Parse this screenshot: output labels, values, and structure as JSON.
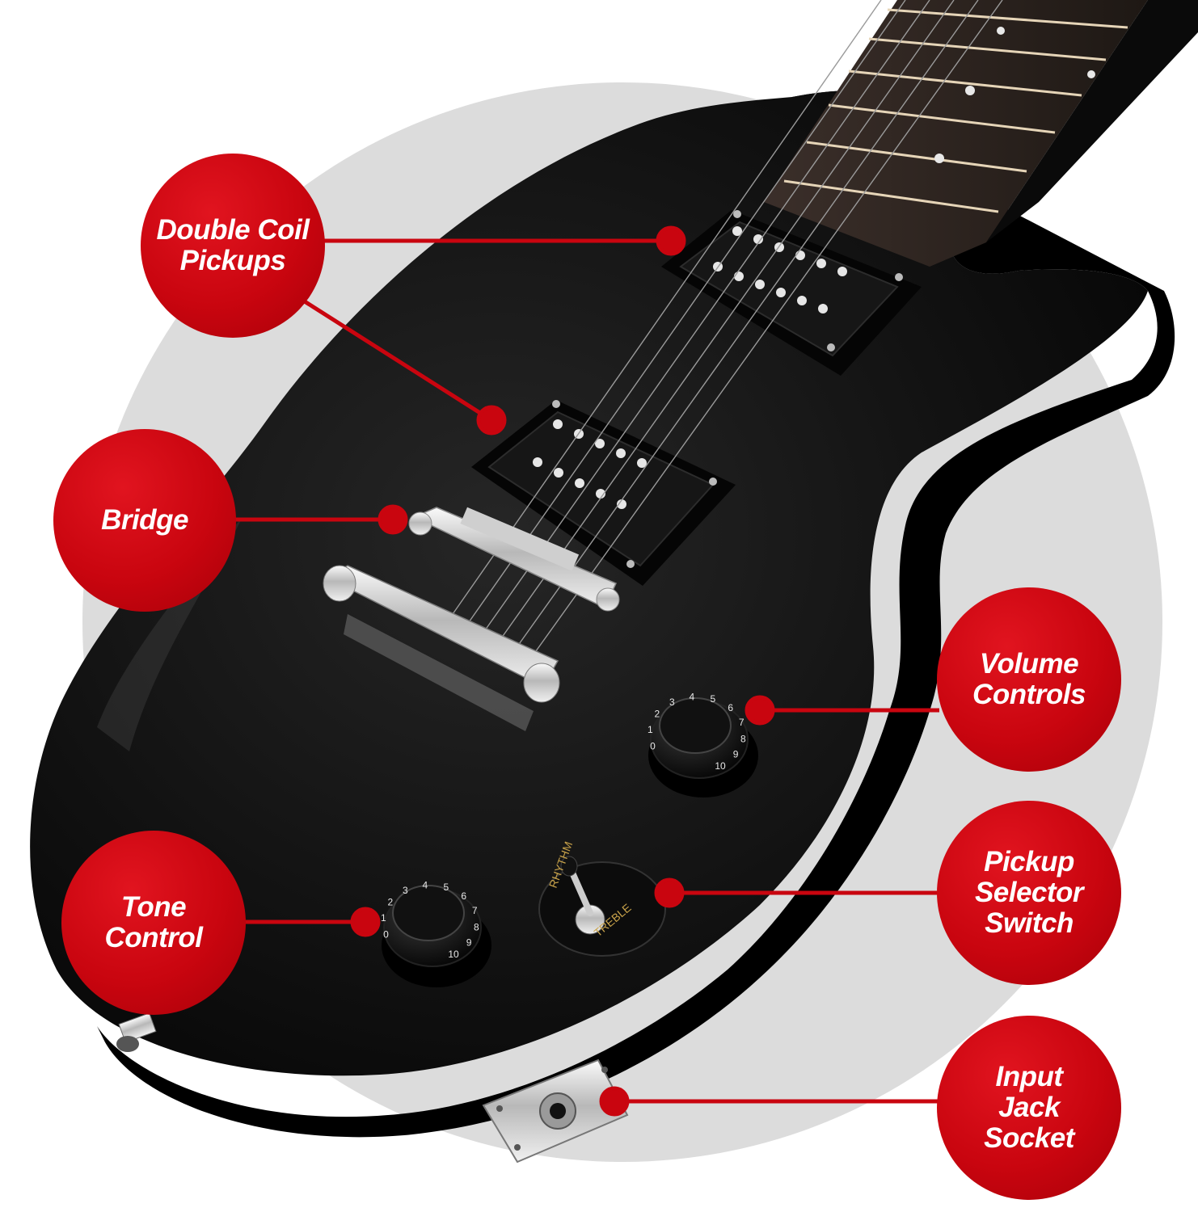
{
  "callouts": {
    "pickups": "Double Coil\nPickups",
    "bridge": "Bridge",
    "volume": "Volume\nControls",
    "tone": "Tone\nControl",
    "selector": "Pickup\nSelector\nSwitch",
    "jack": "Input\nJack\nSocket"
  },
  "switch_labels": {
    "rhythm": "RHYTHM",
    "treble": "TREBLE"
  },
  "knob_numbers": [
    "0",
    "1",
    "2",
    "3",
    "4",
    "5",
    "6",
    "7",
    "8",
    "9",
    "10"
  ],
  "colors": {
    "callout_red": "#c9050f",
    "backdrop_gray": "#dcdcdc",
    "body_black": "#0b0b0b",
    "chrome": "#d9d9d9",
    "fret_wood": "#2a221e"
  }
}
